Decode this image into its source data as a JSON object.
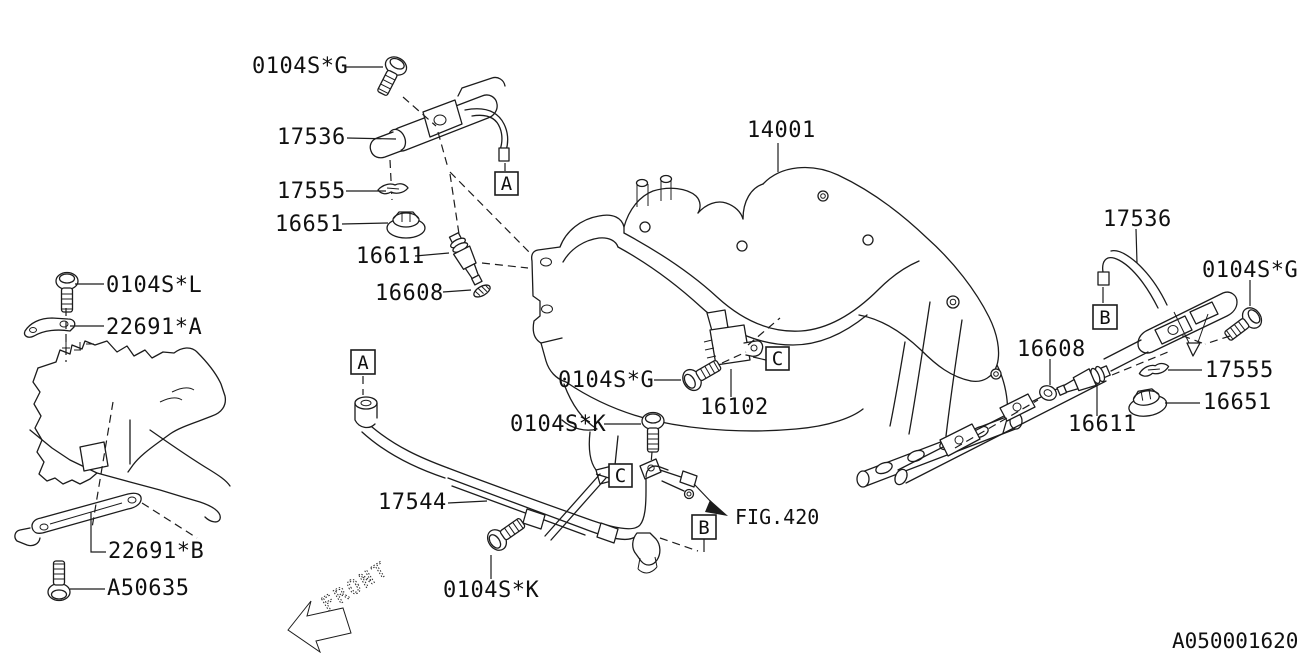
{
  "diagram": {
    "doc_number": "A050001620",
    "front_label": "FRONT",
    "fig_reference": "FIG.420",
    "callouts": {
      "a": "A",
      "b": "B",
      "c": "C"
    },
    "labels": [
      {
        "id": "bolt-0104sg-topleft",
        "text": "0104S*G"
      },
      {
        "id": "fuel-pipe-17536-left",
        "text": "17536"
      },
      {
        "id": "clip-17555-left",
        "text": "17555"
      },
      {
        "id": "cap-16651-left",
        "text": "16651"
      },
      {
        "id": "injector-16611-left",
        "text": "16611"
      },
      {
        "id": "seal-16608-left",
        "text": "16608"
      },
      {
        "id": "manifold-14001",
        "text": "14001"
      },
      {
        "id": "bolt-0104sl",
        "text": "0104S*L"
      },
      {
        "id": "bracket-22691a",
        "text": "22691*A"
      },
      {
        "id": "bracket-22691b",
        "text": "22691*B"
      },
      {
        "id": "bolt-a50635",
        "text": "A50635"
      },
      {
        "id": "bolt-0104sg-center",
        "text": "0104S*G"
      },
      {
        "id": "valve-16102",
        "text": "16102"
      },
      {
        "id": "bolt-0104sk-center",
        "text": "0104S*K"
      },
      {
        "id": "pipe-assy-17544",
        "text": "17544"
      },
      {
        "id": "bolt-0104sk-bottom",
        "text": "0104S*K"
      },
      {
        "id": "fuel-pipe-17536-right",
        "text": "17536"
      },
      {
        "id": "bolt-0104sg-right",
        "text": "0104S*G"
      },
      {
        "id": "seal-16608-right",
        "text": "16608"
      },
      {
        "id": "clip-17555-right",
        "text": "17555"
      },
      {
        "id": "cap-16651-right",
        "text": "16651"
      },
      {
        "id": "injector-16611-right",
        "text": "16611"
      }
    ]
  }
}
